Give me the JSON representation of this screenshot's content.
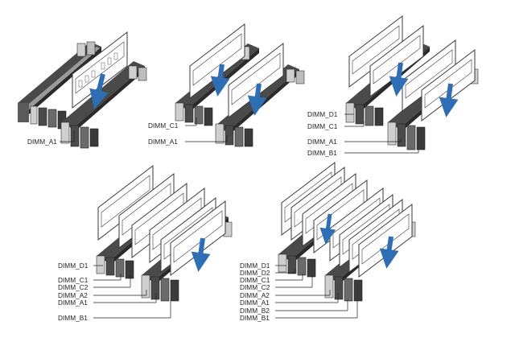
{
  "colors": {
    "slot_body": "#4a4a4a",
    "slot_dark": "#2b2b2b",
    "slot_light": "#9a9a9a",
    "latch": "#cfcfcf",
    "module_fill": "#ffffff",
    "module_stroke": "#3a3a3a",
    "arrow": "#2f6db5",
    "line": "#222222"
  },
  "icons": {
    "insert": "insert-arrow-icon"
  },
  "diagrams": [
    {
      "id": "one-dimm",
      "labels": [
        "DIMM_A1"
      ]
    },
    {
      "id": "two-dimm",
      "labels": [
        "DIMM_C1",
        "DIMM_A1"
      ]
    },
    {
      "id": "four-dimm",
      "labels": [
        "DIMM_D1",
        "DIMM_C1",
        "DIMM_A1",
        "DIMM_B1"
      ]
    },
    {
      "id": "six-dimm",
      "labels": [
        "DIMM_D1",
        "DIMM_C1",
        "DIMM_C2",
        "DIMM_A2",
        "DIMM_A1",
        "DIMM_B1"
      ]
    },
    {
      "id": "eight-dimm",
      "labels": [
        "DIMM_D1",
        "DIMM_D2",
        "DIMM_C1",
        "DIMM_C2",
        "DIMM_A2",
        "DIMM_A1",
        "DIMM_B2",
        "DIMM_B1"
      ]
    }
  ]
}
